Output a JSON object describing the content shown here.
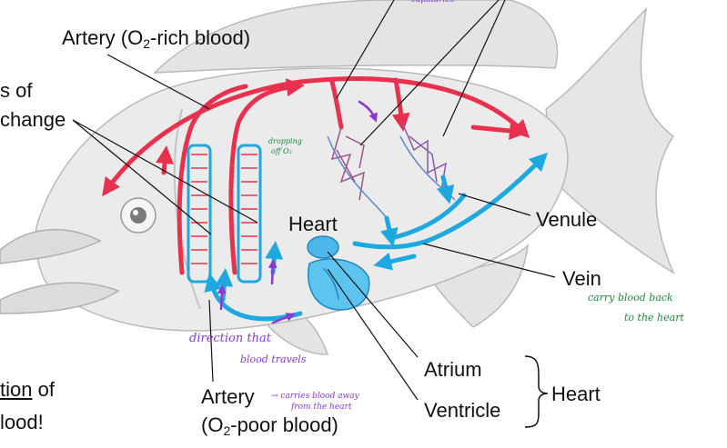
{
  "colors": {
    "artery": "#e8314f",
    "vein": "#1ea8e0",
    "fish_body": "#e9e9e9",
    "fish_outline": "#b9b9b9",
    "annotation_green": "#1d8a3c",
    "annotation_purple": "#8a3ad0",
    "label_text": "#111111"
  },
  "labels": {
    "artery_top_prefix": "Artery (O",
    "artery_top_sub": "2",
    "artery_top_suffix": "-rich blood)",
    "left_fragment_1": "s of",
    "left_fragment_2": "change",
    "left_fragment_3": "tion",
    "left_fragment_3_after": " of",
    "left_fragment_4": "lood!",
    "heart": "Heart",
    "venule": "Venule",
    "vein": "Vein",
    "atrium": "Atrium",
    "ventricle": "Ventricle",
    "heart_group": "Heart",
    "artery_bottom_line1": "Artery",
    "artery_bottom_line2_prefix": "(O",
    "artery_bottom_sub": "2",
    "artery_bottom_line2_suffix": "-poor blood)"
  },
  "handwritten_notes": {
    "dropping_line1": "dropping",
    "dropping_line2": "off O₂",
    "vein_note_line1": "carry blood back",
    "vein_note_line2": "to the heart",
    "direction_line1": "direction that",
    "direction_line2": "blood travels",
    "artery_note_line1": "→ carries blood away",
    "artery_note_line2": "from the heart",
    "top_note": "capillaries"
  },
  "icons": {
    "fish": "fish-illustration",
    "flow_arrow": "arrow-icon",
    "brace": "curly-brace-icon"
  }
}
